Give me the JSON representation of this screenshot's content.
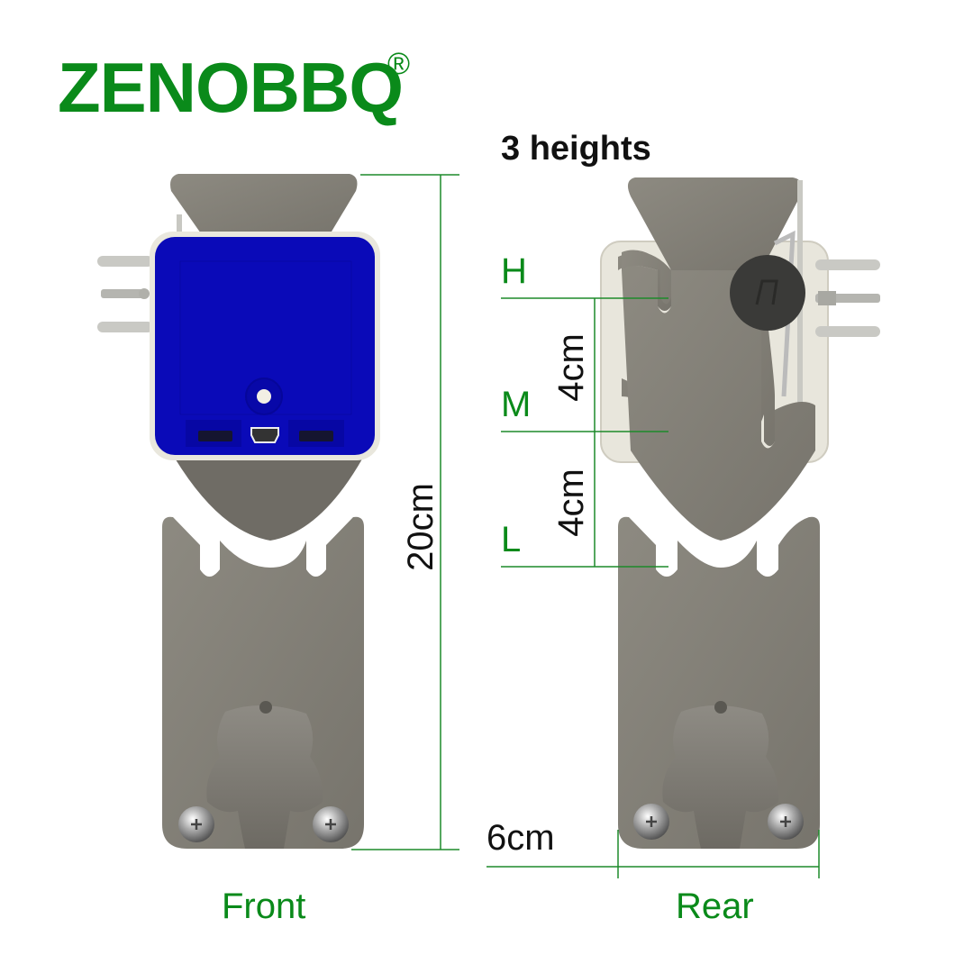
{
  "brand": {
    "name": "ZENOBBQ",
    "registered_mark": "®",
    "color": "#0a8a1a"
  },
  "heading": "3 heights",
  "views": [
    {
      "id": "front",
      "label": "Front"
    },
    {
      "id": "rear",
      "label": "Rear"
    }
  ],
  "height_levels": [
    {
      "id": "high",
      "label": "H"
    },
    {
      "id": "medium",
      "label": "M"
    },
    {
      "id": "low",
      "label": "L"
    }
  ],
  "dimensions": {
    "total_height": "20cm",
    "width": "6cm",
    "spacing_h_to_m": "4cm",
    "spacing_m_to_l": "4cm"
  },
  "colors": {
    "dimension_line": "#1d8a2a",
    "plate_metal": "#858279",
    "device_body": "#0a0ab8",
    "device_frame": "#e8e6dc",
    "knob": "#3a3a38"
  }
}
